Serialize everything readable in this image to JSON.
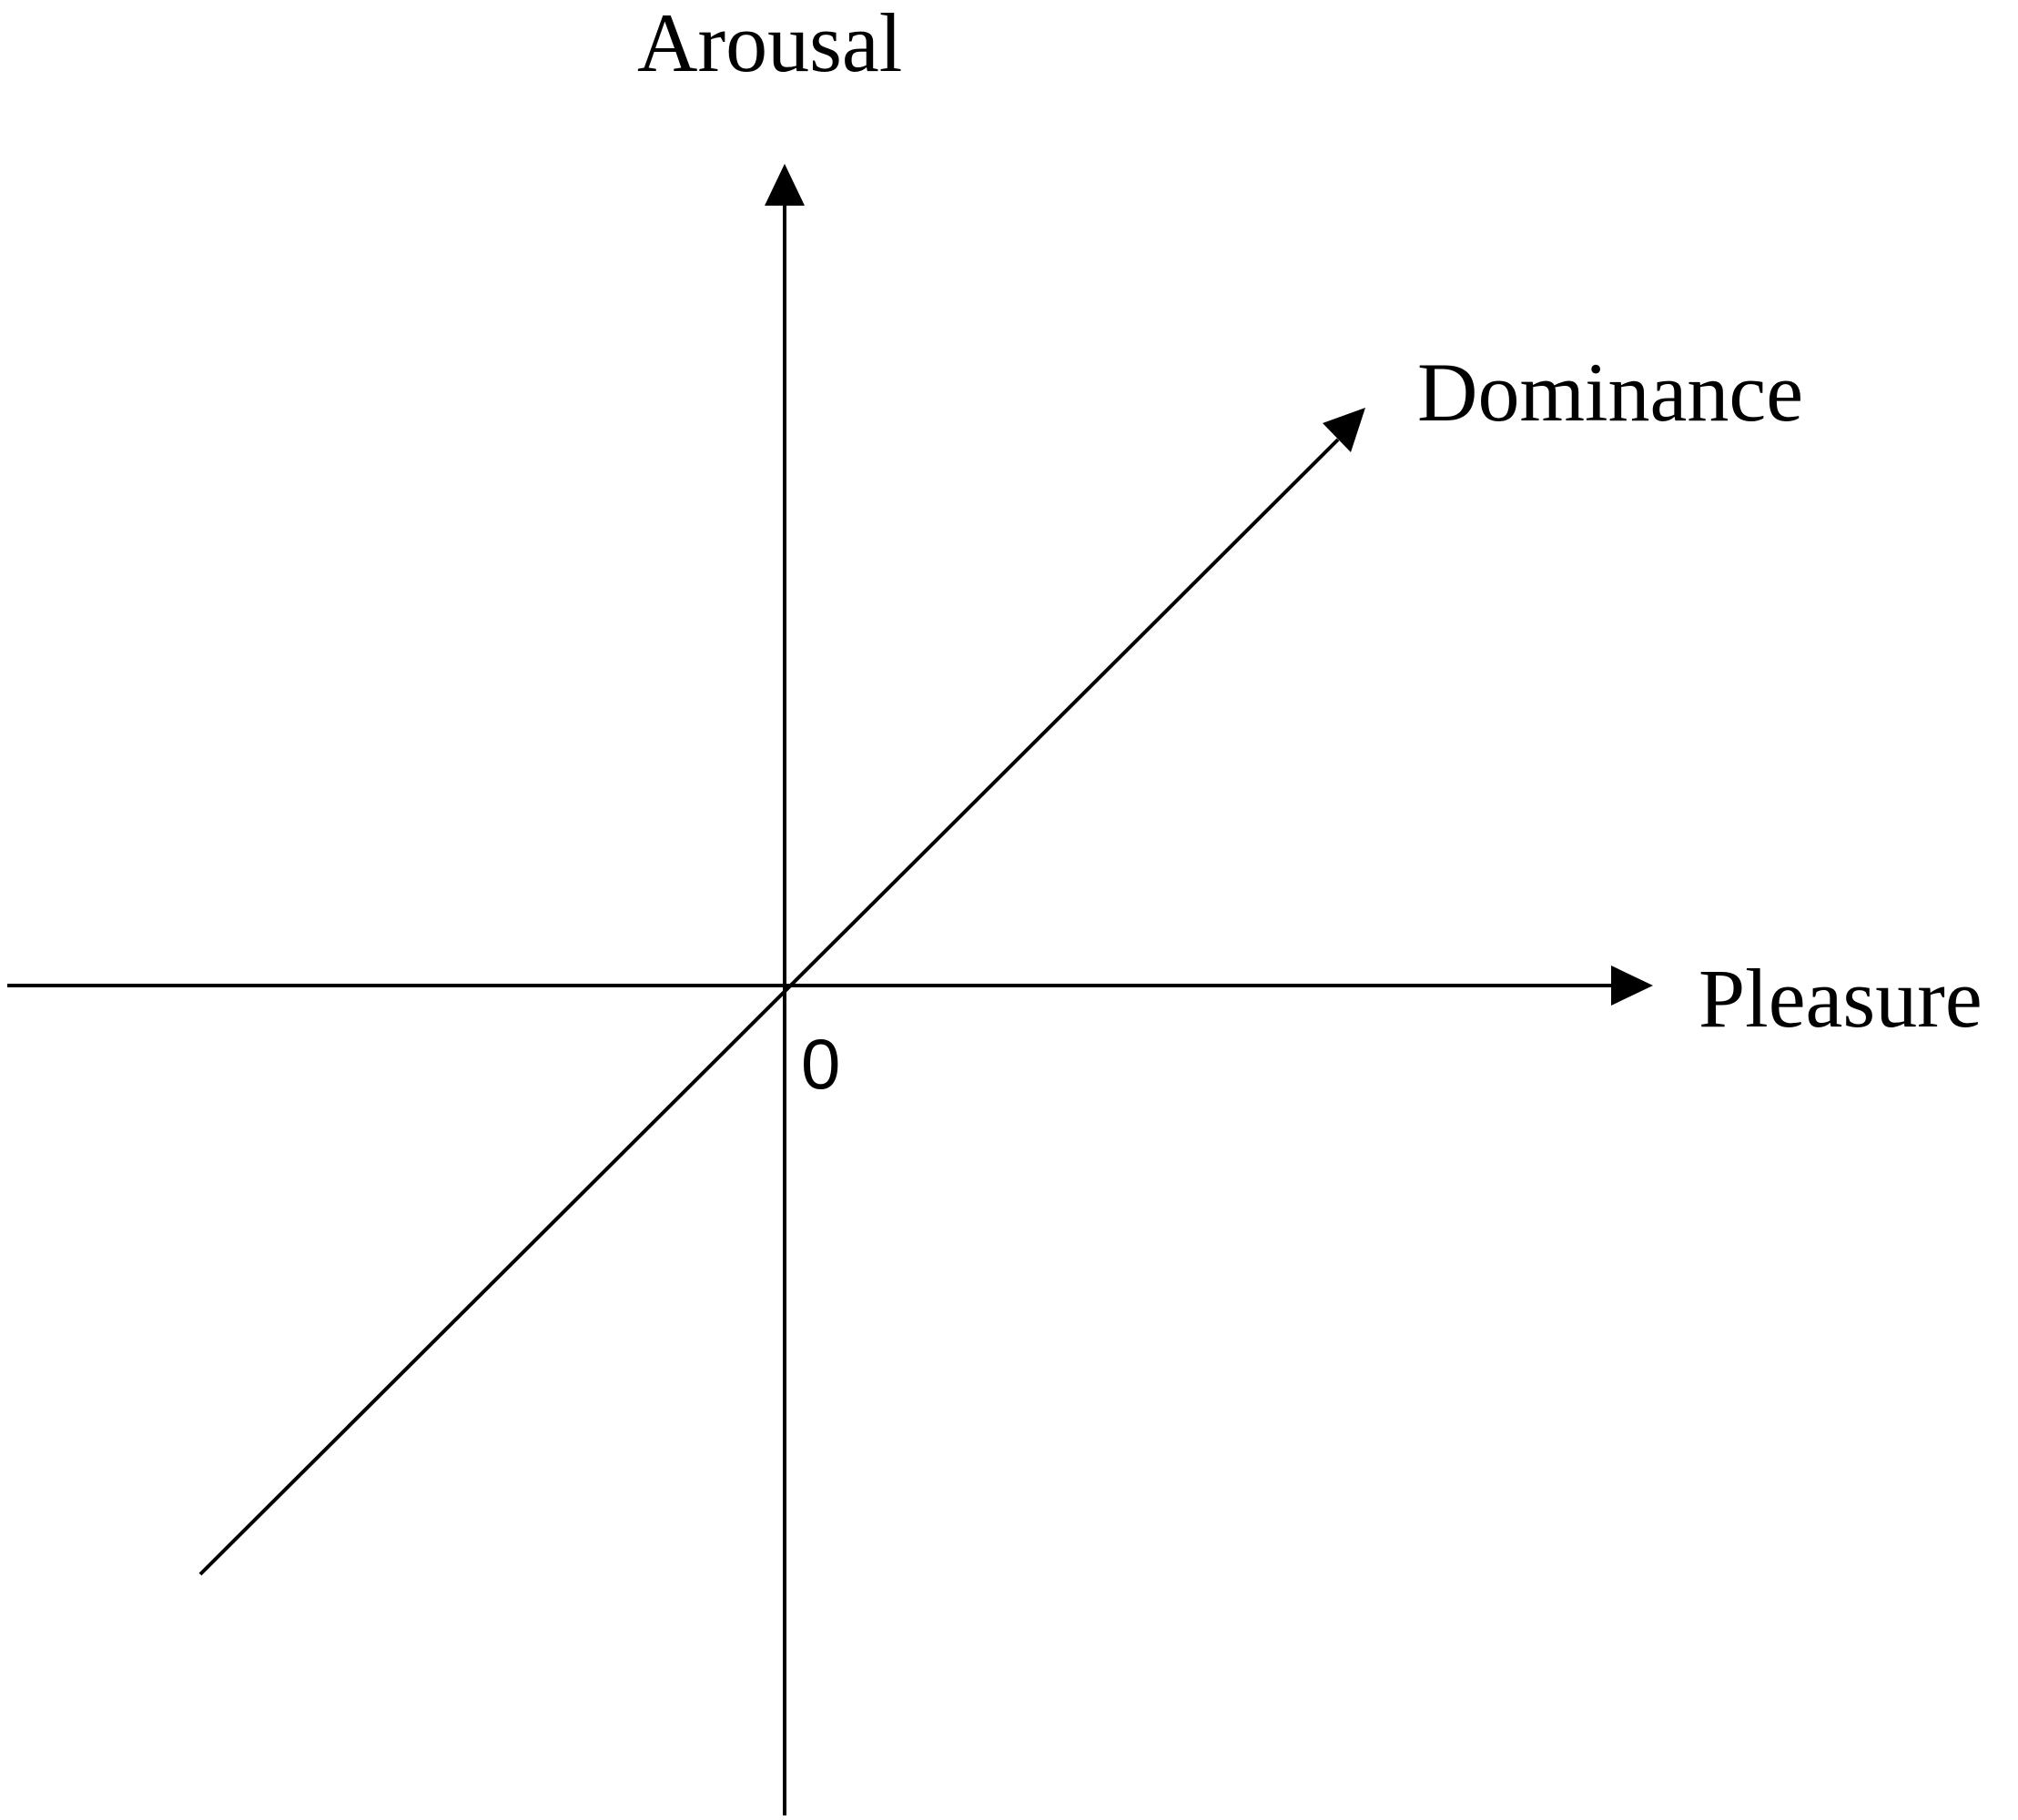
{
  "diagram": {
    "axes": {
      "arousal": "Arousal",
      "pleasure": "Pleasure",
      "dominance": "Dominance"
    },
    "origin_label": "0"
  },
  "colors": {
    "line": "#000000",
    "background": "#ffffff"
  }
}
